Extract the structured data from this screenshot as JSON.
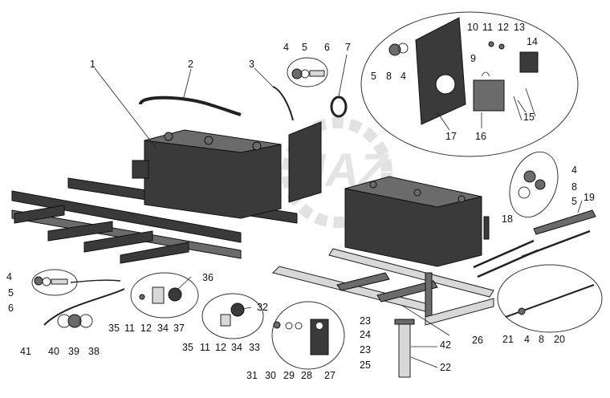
{
  "colors": {
    "part_dark": "#3a3a3a",
    "part_mid": "#6b6b6b",
    "part_light": "#d8d8d8",
    "watermark": "#e4e4e4",
    "line": "#222222"
  },
  "watermark": {
    "text": "MAZ"
  },
  "callouts": [
    {
      "id": "c1",
      "label": "1"
    },
    {
      "id": "c2",
      "label": "2"
    },
    {
      "id": "c3",
      "label": "3"
    },
    {
      "id": "c4a",
      "label": "4"
    },
    {
      "id": "c5a",
      "label": "5"
    },
    {
      "id": "c6a",
      "label": "6"
    },
    {
      "id": "c7",
      "label": "7"
    },
    {
      "id": "c5b",
      "label": "5"
    },
    {
      "id": "c8b",
      "label": "8"
    },
    {
      "id": "c4b",
      "label": "4"
    },
    {
      "id": "c10",
      "label": "10"
    },
    {
      "id": "c11a",
      "label": "11"
    },
    {
      "id": "c12a",
      "label": "12"
    },
    {
      "id": "c13",
      "label": "13"
    },
    {
      "id": "c14",
      "label": "14"
    },
    {
      "id": "c9",
      "label": "9"
    },
    {
      "id": "c15",
      "label": "15"
    },
    {
      "id": "c16",
      "label": "16"
    },
    {
      "id": "c17",
      "label": "17"
    },
    {
      "id": "c18",
      "label": "18"
    },
    {
      "id": "c4c",
      "label": "4"
    },
    {
      "id": "c8c",
      "label": "8"
    },
    {
      "id": "c5c",
      "label": "5"
    },
    {
      "id": "c19",
      "label": "19"
    },
    {
      "id": "c21",
      "label": "21"
    },
    {
      "id": "c4d",
      "label": "4"
    },
    {
      "id": "c8d",
      "label": "8"
    },
    {
      "id": "c20",
      "label": "20"
    },
    {
      "id": "c26",
      "label": "26"
    },
    {
      "id": "c42",
      "label": "42"
    },
    {
      "id": "c22",
      "label": "22"
    },
    {
      "id": "c23a",
      "label": "23"
    },
    {
      "id": "c24",
      "label": "24"
    },
    {
      "id": "c23b",
      "label": "23"
    },
    {
      "id": "c25",
      "label": "25"
    },
    {
      "id": "c27",
      "label": "27"
    },
    {
      "id": "c28",
      "label": "28"
    },
    {
      "id": "c29",
      "label": "29"
    },
    {
      "id": "c30",
      "label": "30"
    },
    {
      "id": "c31",
      "label": "31"
    },
    {
      "id": "c32",
      "label": "32"
    },
    {
      "id": "c33",
      "label": "33"
    },
    {
      "id": "c34b",
      "label": "34"
    },
    {
      "id": "c12c",
      "label": "12"
    },
    {
      "id": "c11c",
      "label": "11"
    },
    {
      "id": "c35b",
      "label": "35"
    },
    {
      "id": "c36",
      "label": "36"
    },
    {
      "id": "c37",
      "label": "37"
    },
    {
      "id": "c34a",
      "label": "34"
    },
    {
      "id": "c12b",
      "label": "12"
    },
    {
      "id": "c11b",
      "label": "11"
    },
    {
      "id": "c35a",
      "label": "35"
    },
    {
      "id": "c4e",
      "label": "4"
    },
    {
      "id": "c5e",
      "label": "5"
    },
    {
      "id": "c6e",
      "label": "6"
    },
    {
      "id": "c41",
      "label": "41"
    },
    {
      "id": "c40",
      "label": "40"
    },
    {
      "id": "c39",
      "label": "39"
    },
    {
      "id": "c38",
      "label": "38"
    }
  ]
}
